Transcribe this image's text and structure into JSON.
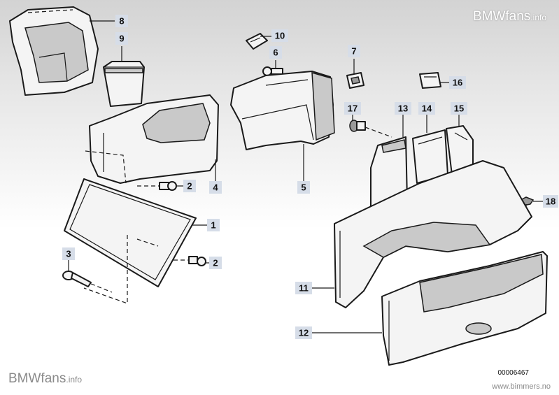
{
  "watermarks": {
    "top": {
      "main": "BMWfans",
      "suffix": ".info"
    },
    "bottom": {
      "main": "BMWfans",
      "suffix": ".info"
    },
    "source": "www.bimmers.no"
  },
  "reference_number": "00006467",
  "callouts": [
    {
      "id": "c8",
      "label": "8"
    },
    {
      "id": "c9",
      "label": "9"
    },
    {
      "id": "c10",
      "label": "10"
    },
    {
      "id": "c6",
      "label": "6"
    },
    {
      "id": "c7",
      "label": "7"
    },
    {
      "id": "c16",
      "label": "16"
    },
    {
      "id": "c17",
      "label": "17"
    },
    {
      "id": "c13",
      "label": "13"
    },
    {
      "id": "c14",
      "label": "14"
    },
    {
      "id": "c15",
      "label": "15"
    },
    {
      "id": "c2a",
      "label": "2"
    },
    {
      "id": "c4",
      "label": "4"
    },
    {
      "id": "c5",
      "label": "5"
    },
    {
      "id": "c18",
      "label": "18"
    },
    {
      "id": "c1",
      "label": "1"
    },
    {
      "id": "c3",
      "label": "3"
    },
    {
      "id": "c2b",
      "label": "2"
    },
    {
      "id": "c11",
      "label": "11"
    },
    {
      "id": "c12",
      "label": "12"
    }
  ]
}
